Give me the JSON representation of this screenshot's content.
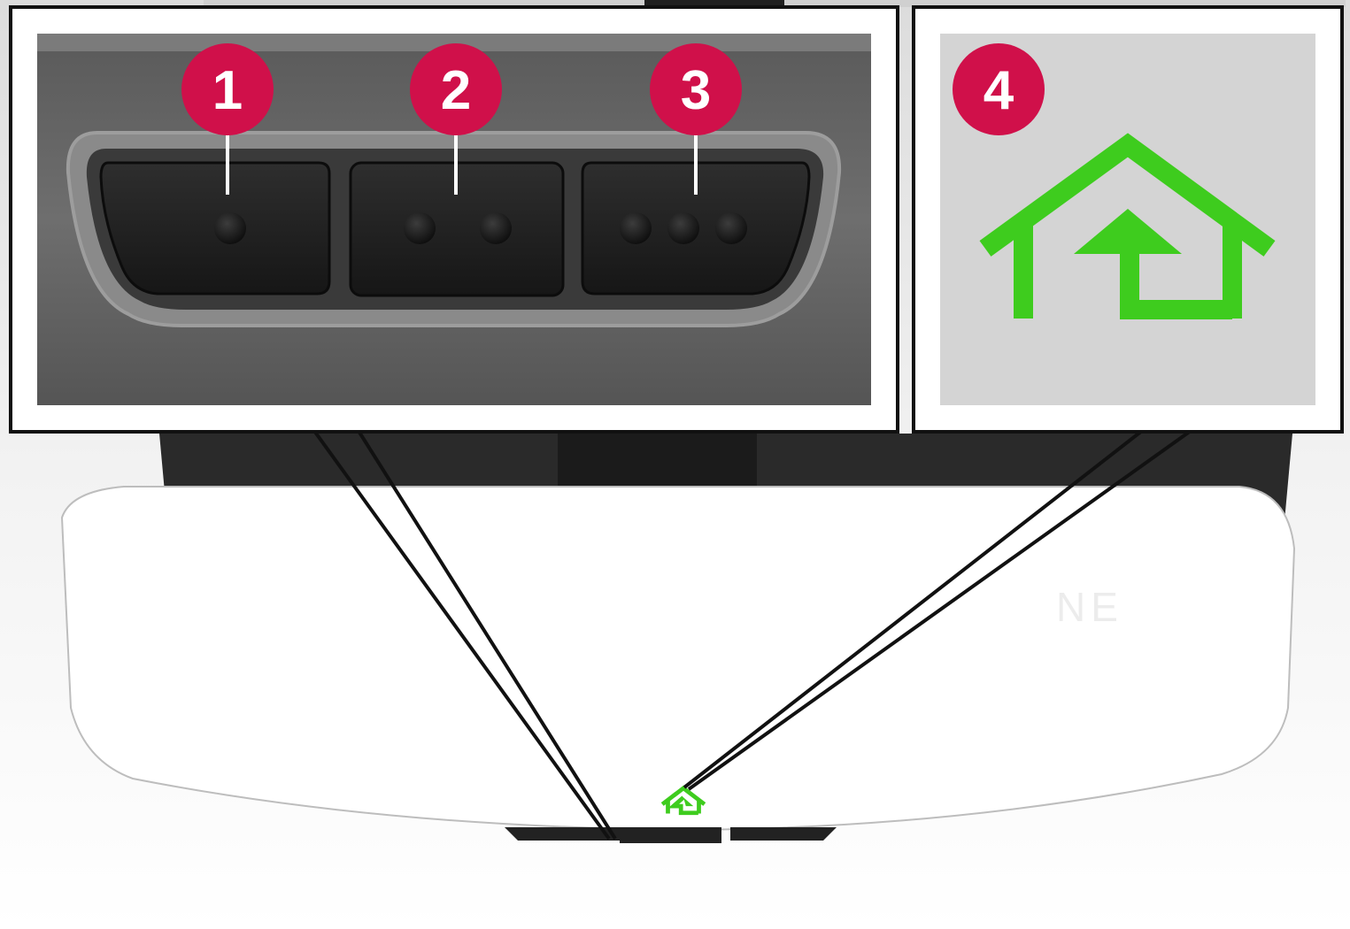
{
  "figure": {
    "callout_color": "#d0104a",
    "indicator_color": "#3ecc1e",
    "mirror_compass_text": "NE"
  },
  "buttons": [
    {
      "callout": "1",
      "dots": 1
    },
    {
      "callout": "2",
      "dots": 2
    },
    {
      "callout": "3",
      "dots": 3
    }
  ],
  "indicator": {
    "callout": "4",
    "icon": "homelink-house-arrow-icon"
  }
}
